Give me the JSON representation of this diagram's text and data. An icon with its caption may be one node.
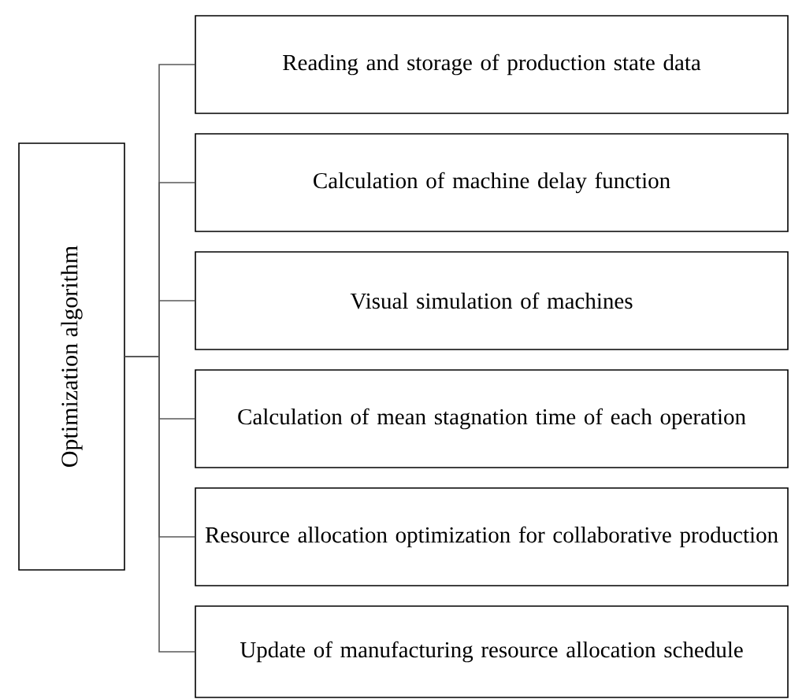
{
  "diagram": {
    "nodes": [
      {
        "text": [
          "Optimization algorithm"
        ]
      },
      {
        "text": [
          "Reading and storage of production state data"
        ]
      },
      {
        "text": [
          "Calculation of machine delay function"
        ]
      },
      {
        "text": [
          "Visual simulation of machines"
        ]
      },
      {
        "text": [
          "Calculation of mean stagnation time of each operation"
        ]
      },
      {
        "text": [
          "Resource allocation optimization for collaborative production"
        ]
      },
      {
        "text": [
          "Update of manufacturing resource allocation schedule"
        ]
      }
    ],
    "edges": [
      {
        "from": 0,
        "to": 1,
        "arrow": "none"
      },
      {
        "from": 0,
        "to": 2,
        "arrow": "none"
      },
      {
        "from": 0,
        "to": 3,
        "arrow": "none"
      },
      {
        "from": 0,
        "to": 4,
        "arrow": "none"
      },
      {
        "from": 0,
        "to": 5,
        "arrow": "none"
      },
      {
        "from": 0,
        "to": 6,
        "arrow": "none"
      }
    ]
  }
}
